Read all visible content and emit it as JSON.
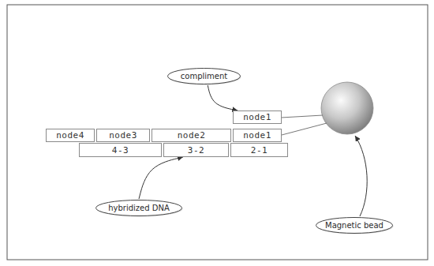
{
  "diagram": {
    "nodes": [
      {
        "text": [
          "compliment"
        ]
      },
      {
        "text": [
          "node1"
        ]
      },
      {
        "text": [
          "node4"
        ]
      },
      {
        "text": [
          "node3"
        ]
      },
      {
        "text": [
          "node2"
        ]
      },
      {
        "text": [
          "node1"
        ]
      },
      {
        "text": [
          "4-3"
        ]
      },
      {
        "text": [
          "3-2"
        ]
      },
      {
        "text": [
          "2-1"
        ]
      },
      {
        "text": [
          "hybridized DNA"
        ]
      },
      {
        "text": [
          "Magnetic bead"
        ]
      }
    ],
    "edges": [
      {
        "from": 0,
        "to": 1,
        "arrow": "to"
      },
      {
        "from": 9,
        "to": 7,
        "arrow": "to"
      }
    ]
  }
}
